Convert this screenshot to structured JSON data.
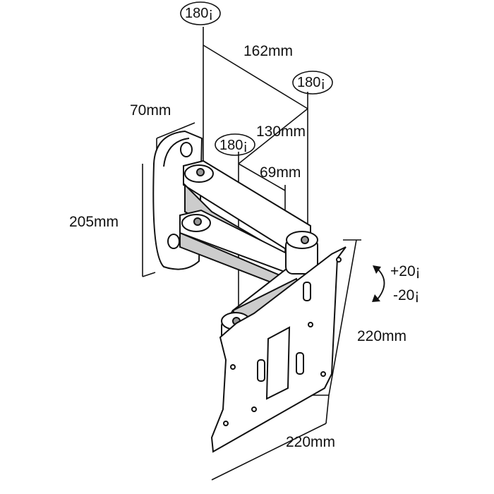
{
  "title": "Articulating TV wall mount dimensions",
  "colors": {
    "line": "#111111",
    "fill": "#ffffff",
    "shade": "#bdbdbd"
  },
  "rotations": {
    "top": "180¡",
    "right": "180¡",
    "middle": "180¡"
  },
  "dimensions": {
    "arm_total": "162mm",
    "wall_plate_depth": "70mm",
    "arm_long": "130mm",
    "arm_short": "69mm",
    "wall_plate_height": "205mm",
    "vesa_height": "220mm",
    "vesa_width": "220mm"
  },
  "tilt": {
    "up": "+20¡",
    "down": "-20¡"
  }
}
